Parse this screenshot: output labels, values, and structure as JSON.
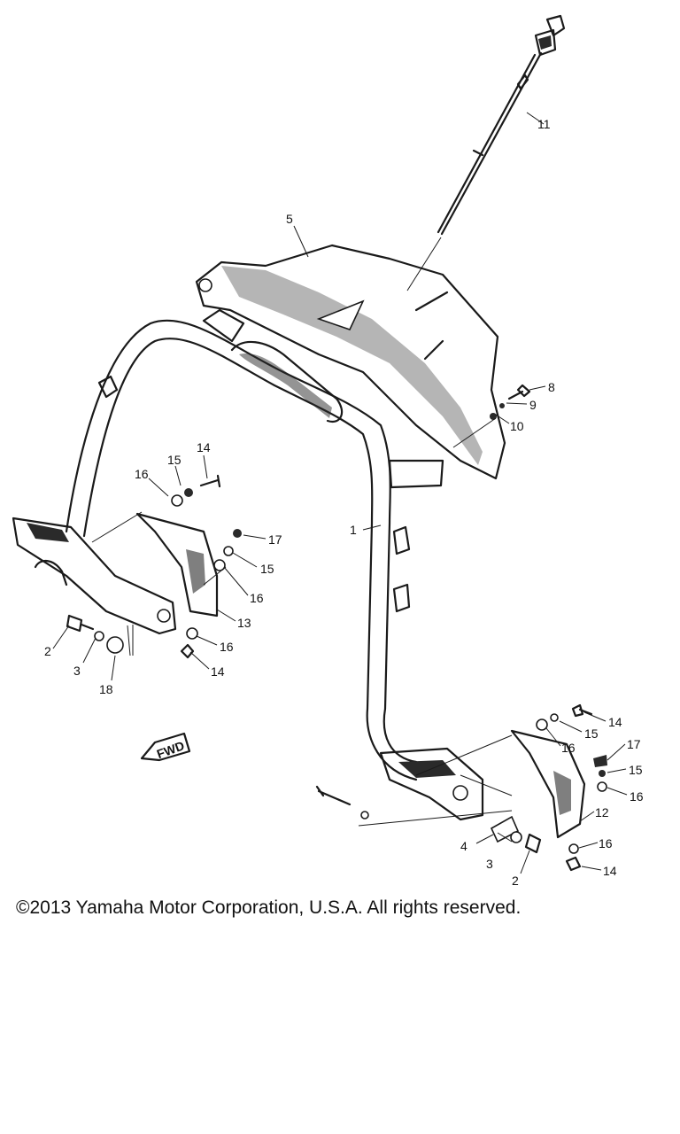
{
  "diagram": {
    "callouts": {
      "c1": "1",
      "c2a": "2",
      "c2b": "2",
      "c3a": "3",
      "c3b": "3",
      "c4": "4",
      "c5": "5",
      "c8": "8",
      "c9": "9",
      "c10": "10",
      "c11": "11",
      "c12": "12",
      "c13": "13",
      "c14a": "14",
      "c14b": "14",
      "c14c": "14",
      "c14d": "14",
      "c15a": "15",
      "c15b": "15",
      "c15c": "15",
      "c15d": "15",
      "c16a": "16",
      "c16b": "16",
      "c16c": "16",
      "c16d": "16",
      "c16e": "16",
      "c16f": "16",
      "c17a": "17",
      "c17b": "17",
      "c18": "18"
    },
    "fwd_label": "FWD"
  },
  "copyright": "©2013 Yamaha Motor Corporation, U.S.A. All rights reserved."
}
